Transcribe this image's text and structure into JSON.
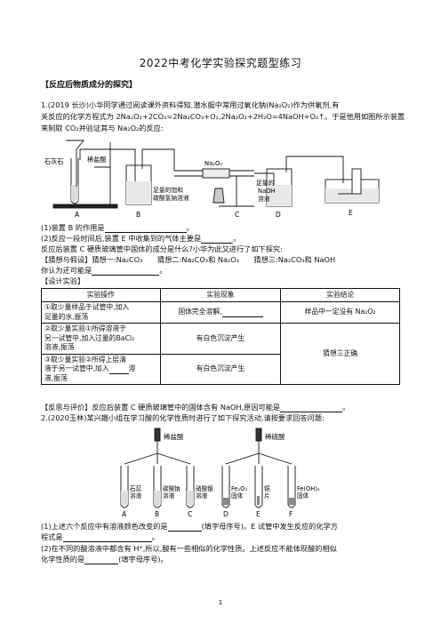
{
  "title": "2022中考化学实验探究题型练习",
  "section1": "【反应后物质成分的探究】",
  "q1": {
    "line1": "1.(2019 长沙)小华同学通过阅读课外资料得知,潜水艇中常用过氧化钠(Na₂O₂)作为供氧剂,有",
    "line2": "关反应的化学方程式为 2Na₂O₂+2CO₂=2Na₂CO₃+O₂,2Na₂O₂+2H₂O=4NaOH+O₂↑。于是他用如图所示装置",
    "line3": "来制取 CO₂并验证其与 Na₂O₂的反应:",
    "apparatus": {
      "stone": "石灰石",
      "acid": "稀盐酸",
      "b_line1": "足量的饱和",
      "b_line2": "碳酸氢钠溶液",
      "na2o2": "Na₂O₂",
      "d_line1": "足量的",
      "d_line2": "NaOH",
      "d_line3": "溶液",
      "labels": [
        "A",
        "B",
        "C",
        "D",
        "E"
      ]
    },
    "s1": "(1)装置 B 的作用是",
    "s1_end": "。",
    "s2": "(2)反应一段时间后,装置 E 中收集到的气体主要是",
    "s2_end": "。",
    "s3": "反应后装置 C 硬质玻璃管中固体的成分是什么?小华为此又进行了如下探究:",
    "hyp": "【猜想与假设】猜想一:Na₂CO₃　　猜想二:Na₂CO₃和 Na₂O₂　　猜想三:Na₂CO₃和 NaOH",
    "also": "你认为还可能是",
    "also_end": "。",
    "design": "【设计实验】",
    "table": {
      "headers": [
        "实验操作",
        "实验现象",
        "实验结论"
      ],
      "r1_op": [
        "①取少量样品于试管中,加入",
        "足量的水,振荡"
      ],
      "r1_ph": "固体完全溶解,",
      "r1_con": "样品中一定没有 Na₂O₂",
      "r2_op": [
        "②取少量实验①所得溶液于",
        "另一试管中,加入过量的BaCl₂",
        "溶液,振荡"
      ],
      "r2_ph": "有白色沉淀产生",
      "r3_op": [
        "③取少量实验②所得上层清",
        "液于另一试管中,加入",
        "溶",
        "液,振荡"
      ],
      "r3_ph": "有白色沉淀产生",
      "r23_con": "猜想三正确"
    },
    "reflect": "【反思与评价】反应后装置 C 硬质玻璃管中的固体含有 NaOH,原因可能是",
    "reflect_end": "。"
  },
  "q2": {
    "intro": "2.(2020玉林)某兴趣小组在学习酸的化学性质时进行了如下探究活动,请按要求回答问题:",
    "hcl": "稀盐酸",
    "h2so4": "稀硫酸",
    "tubes": [
      {
        "l1": "石蕊",
        "l2": "溶液",
        "label": "A"
      },
      {
        "l1": "碳酸钠",
        "l2": "溶液",
        "label": "B"
      },
      {
        "l1": "硝酸银",
        "l2": "溶液",
        "label": "C"
      },
      {
        "l1": "Fe₂O₃",
        "l2": "固体",
        "label": "D"
      },
      {
        "l1": "铜",
        "l2": "片",
        "label": "E"
      },
      {
        "l1": "Fe(OH)₃",
        "l2": "固体",
        "label": "F"
      }
    ],
    "s1a": "(1)上述六个反应中有溶液颜色改变的是",
    "s1b": "(填字母序号)。E 试管中发生反应的化学方",
    "s1c": "程式是",
    "s1c_end": "。",
    "s2a": "(2)在不同的酸溶液中都含有 H⁺,所以,酸有一些相似的化学性质。上述反应不能体现酸的相似",
    "s2b": "化学性质的是",
    "s2b_end": "(填字母序号)。"
  },
  "page_number": "1"
}
